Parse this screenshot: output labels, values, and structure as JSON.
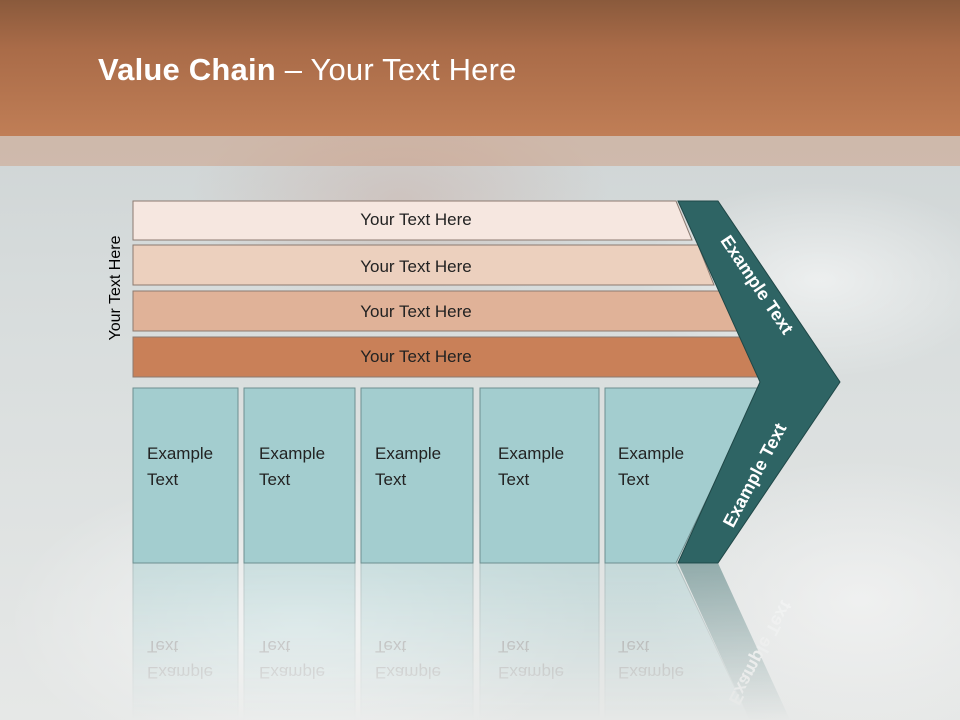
{
  "title": {
    "bold": "Value Chain",
    "rest": " – Your Text Here"
  },
  "side_label": "Your Text Here",
  "bars": [
    {
      "label": "Your Text Here",
      "fill": "#f6e7e0"
    },
    {
      "label": "Your Text Here",
      "fill": "#ecd0be"
    },
    {
      "label": "Your Text Here",
      "fill": "#e0b298"
    },
    {
      "label": "Your Text Here",
      "fill": "#c98058"
    }
  ],
  "cells": [
    {
      "line1": "Example",
      "line2": "Text"
    },
    {
      "line1": "Example",
      "line2": "Text"
    },
    {
      "line1": "Example",
      "line2": "Text"
    },
    {
      "line1": "Example",
      "line2": "Text"
    },
    {
      "line1": "Example",
      "line2": "Text"
    }
  ],
  "chevron_top": "Example Text",
  "chevron_bottom": "Example Text",
  "colors": {
    "header": "#b4714c",
    "cell": "#a3cdcf",
    "chevron": "#2e6464"
  }
}
